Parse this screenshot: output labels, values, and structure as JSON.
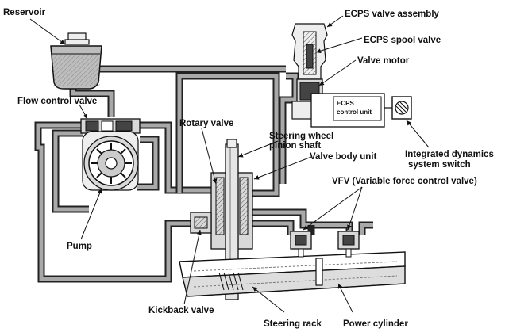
{
  "labels": {
    "reservoir": "Reservoir",
    "flow_control_valve": "Flow control valve",
    "pump": "Pump",
    "kickback_valve": "Kickback valve",
    "rotary_valve": "Rotary valve",
    "steering_wheel_pinion_shaft_1": "Steering wheel",
    "steering_wheel_pinion_shaft_2": "pinion shaft",
    "valve_body_unit": "Valve body unit",
    "ecps_valve_assembly": "ECPS valve assembly",
    "ecps_spool_valve": "ECPS spool valve",
    "valve_motor": "Valve motor",
    "ecps_control_unit_1": "ECPS",
    "ecps_control_unit_2": "control unit",
    "integrated_dynamics_switch_1": "Integrated dynamics",
    "integrated_dynamics_switch_2": "system switch",
    "vfv": "VFV (Variable force control valve)",
    "steering_rack": "Steering rack",
    "power_cylinder": "Power cylinder"
  }
}
